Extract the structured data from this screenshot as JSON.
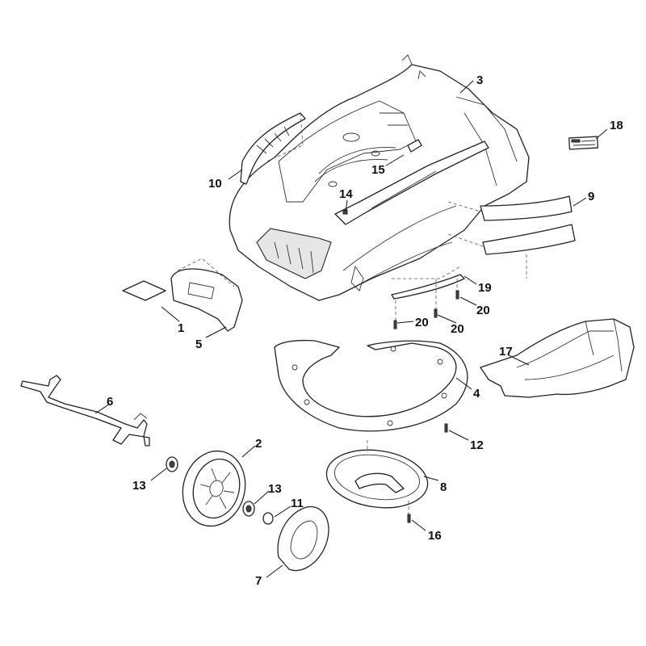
{
  "callouts": {
    "c1": "1",
    "c2": "2",
    "c3": "3",
    "c4": "4",
    "c5": "5",
    "c6": "6",
    "c7": "7",
    "c8": "8",
    "c9": "9",
    "c10": "10",
    "c11": "11",
    "c12": "12",
    "c13a": "13",
    "c13b": "13",
    "c14": "14",
    "c15": "15",
    "c16": "16",
    "c17": "17",
    "c18": "18",
    "c19": "19",
    "c20a": "20",
    "c20b": "20",
    "c20c": "20"
  }
}
